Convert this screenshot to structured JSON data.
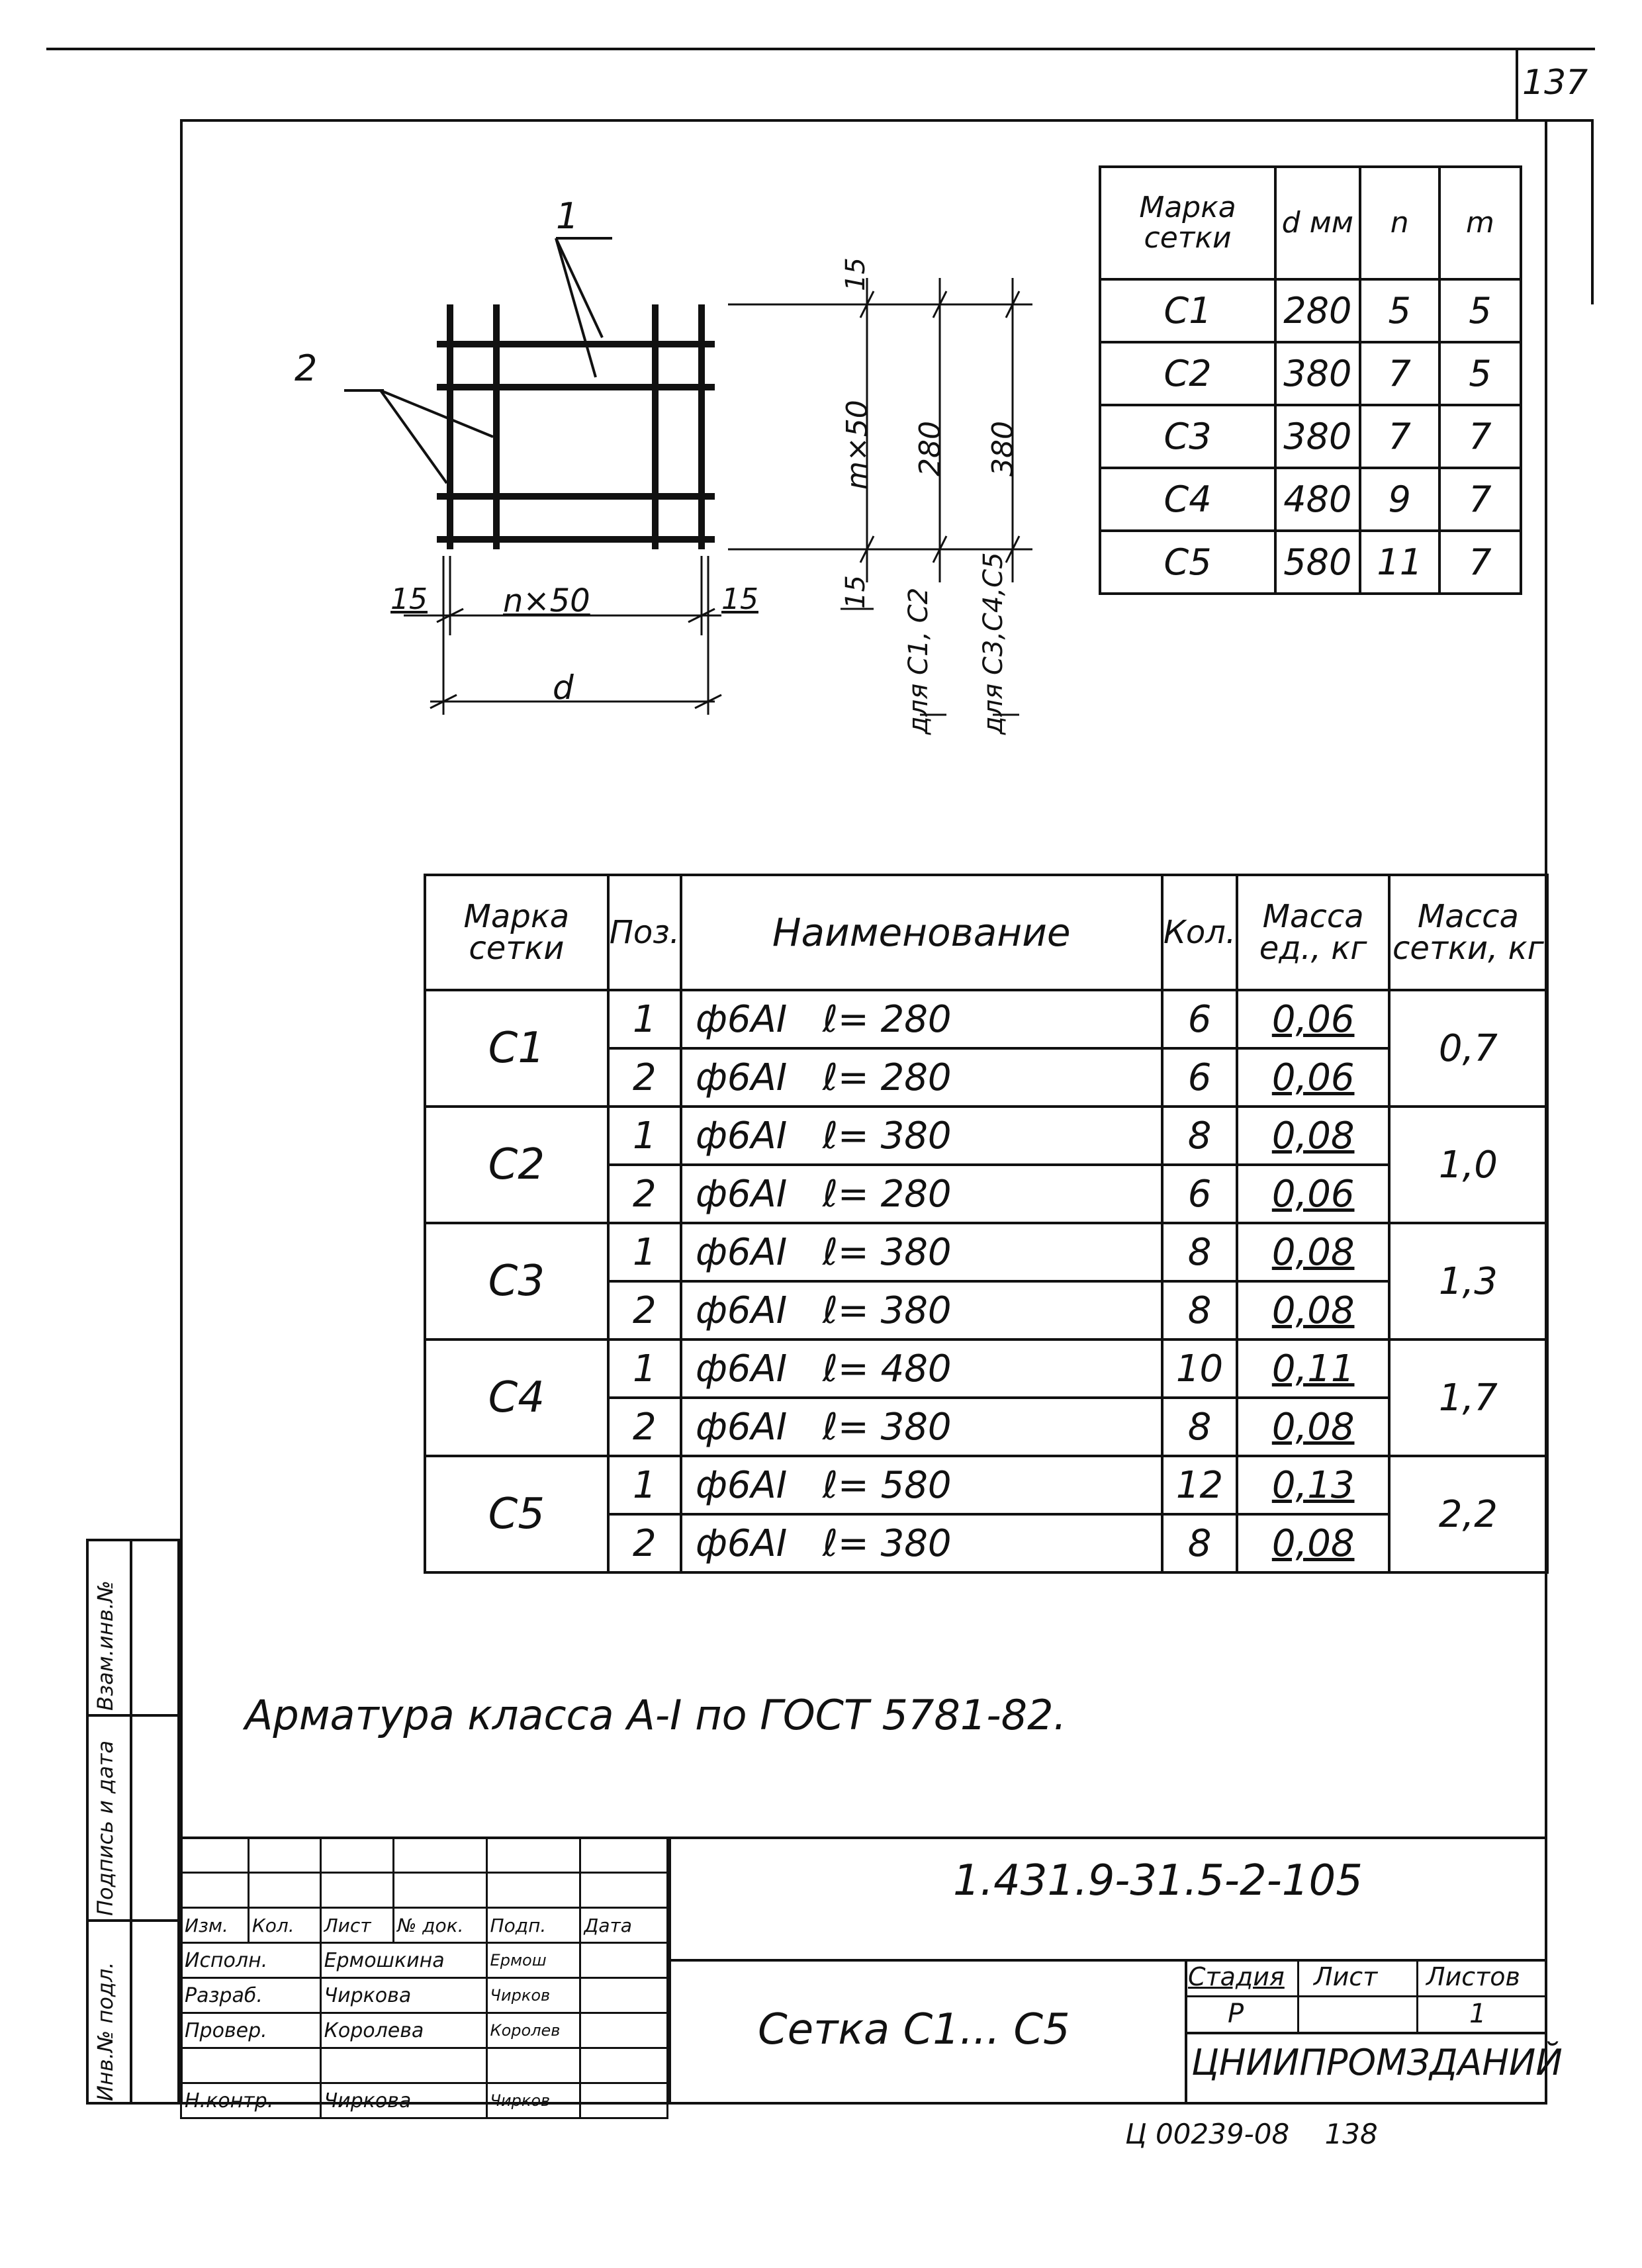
{
  "page_number": "137",
  "drawing": {
    "callout_1": "1",
    "callout_2": "2",
    "dim_left_15": "15",
    "dim_n50": "n×50",
    "dim_right_15": "15",
    "dim_d": "d",
    "dim_top_15": "15",
    "dim_m50": "m×50",
    "dim_bottom_15": "15",
    "dim_280": "280",
    "dim_380": "380",
    "for_c1c2": "для С1, С2",
    "for_c3c5": "для С3,С4,С5"
  },
  "mark_table": {
    "headers": [
      "Марка сетки",
      "d мм",
      "n",
      "m"
    ],
    "rows": [
      [
        "С1",
        "280",
        "5",
        "5"
      ],
      [
        "С2",
        "380",
        "7",
        "5"
      ],
      [
        "С3",
        "380",
        "7",
        "7"
      ],
      [
        "С4",
        "480",
        "9",
        "7"
      ],
      [
        "С5",
        "580",
        "11",
        "7"
      ]
    ]
  },
  "spec_table": {
    "headers": [
      "Марка сетки",
      "Поз.",
      "Наименование",
      "Кол.",
      "Масса ед., кг",
      "Масса сетки, кг"
    ],
    "groups": [
      {
        "mark": "С1",
        "total": "0,7",
        "rows": [
          {
            "pos": "1",
            "name": "ф6АI   ℓ= 280",
            "qty": "6",
            "mass": "0,06"
          },
          {
            "pos": "2",
            "name": "ф6АI   ℓ= 280",
            "qty": "6",
            "mass": "0,06"
          }
        ]
      },
      {
        "mark": "С2",
        "total": "1,0",
        "rows": [
          {
            "pos": "1",
            "name": "ф6АI   ℓ= 380",
            "qty": "8",
            "mass": "0,08"
          },
          {
            "pos": "2",
            "name": "ф6АI   ℓ= 280",
            "qty": "6",
            "mass": "0,06"
          }
        ]
      },
      {
        "mark": "С3",
        "total": "1,3",
        "rows": [
          {
            "pos": "1",
            "name": "ф6АI   ℓ= 380",
            "qty": "8",
            "mass": "0,08"
          },
          {
            "pos": "2",
            "name": "ф6АI   ℓ= 380",
            "qty": "8",
            "mass": "0,08"
          }
        ]
      },
      {
        "mark": "С4",
        "total": "1,7",
        "rows": [
          {
            "pos": "1",
            "name": "ф6АI   ℓ= 480",
            "qty": "10",
            "mass": "0,11"
          },
          {
            "pos": "2",
            "name": "ф6АI   ℓ= 380",
            "qty": "8",
            "mass": "0,08"
          }
        ]
      },
      {
        "mark": "С5",
        "total": "2,2",
        "rows": [
          {
            "pos": "1",
            "name": "ф6АI   ℓ= 580",
            "qty": "12",
            "mass": "0,13"
          },
          {
            "pos": "2",
            "name": "ф6АI   ℓ= 380",
            "qty": "8",
            "mass": "0,08"
          }
        ]
      }
    ]
  },
  "note": "Арматура класса А-I по ГОСТ 5781-82.",
  "side_labels": {
    "inv_replace": "Взам.инв.№",
    "sign_date": "Подпись и дата",
    "inv_orig": "Инв.№ подл."
  },
  "stamp": {
    "doc_code": "1.431.9-31.5-2-105",
    "title": "Сетка С1... С5",
    "stage_label": "Стадия",
    "sheet_label": "Лист",
    "sheets_label": "Листов",
    "stage_value": "Р",
    "sheet_value": "",
    "sheets_value": "1",
    "org": "ЦНИИПРОМЗДАНИЙ",
    "header_cols": [
      "Изм.",
      "Кол.",
      "Лист",
      "№ док.",
      "Подп.",
      "Дата"
    ],
    "people": [
      {
        "role": "Исполн.",
        "name": "Ермошкина",
        "sign": "Ермош"
      },
      {
        "role": "Разраб.",
        "name": "Чиркова",
        "sign": "Чирков"
      },
      {
        "role": "Провер.",
        "name": "Королева",
        "sign": "Королев"
      },
      {
        "role": "",
        "name": "",
        "sign": ""
      },
      {
        "role": "Н.контр.",
        "name": "Чиркова",
        "sign": "Чирков"
      }
    ]
  },
  "footer_code": "Ц 00239-08    138"
}
